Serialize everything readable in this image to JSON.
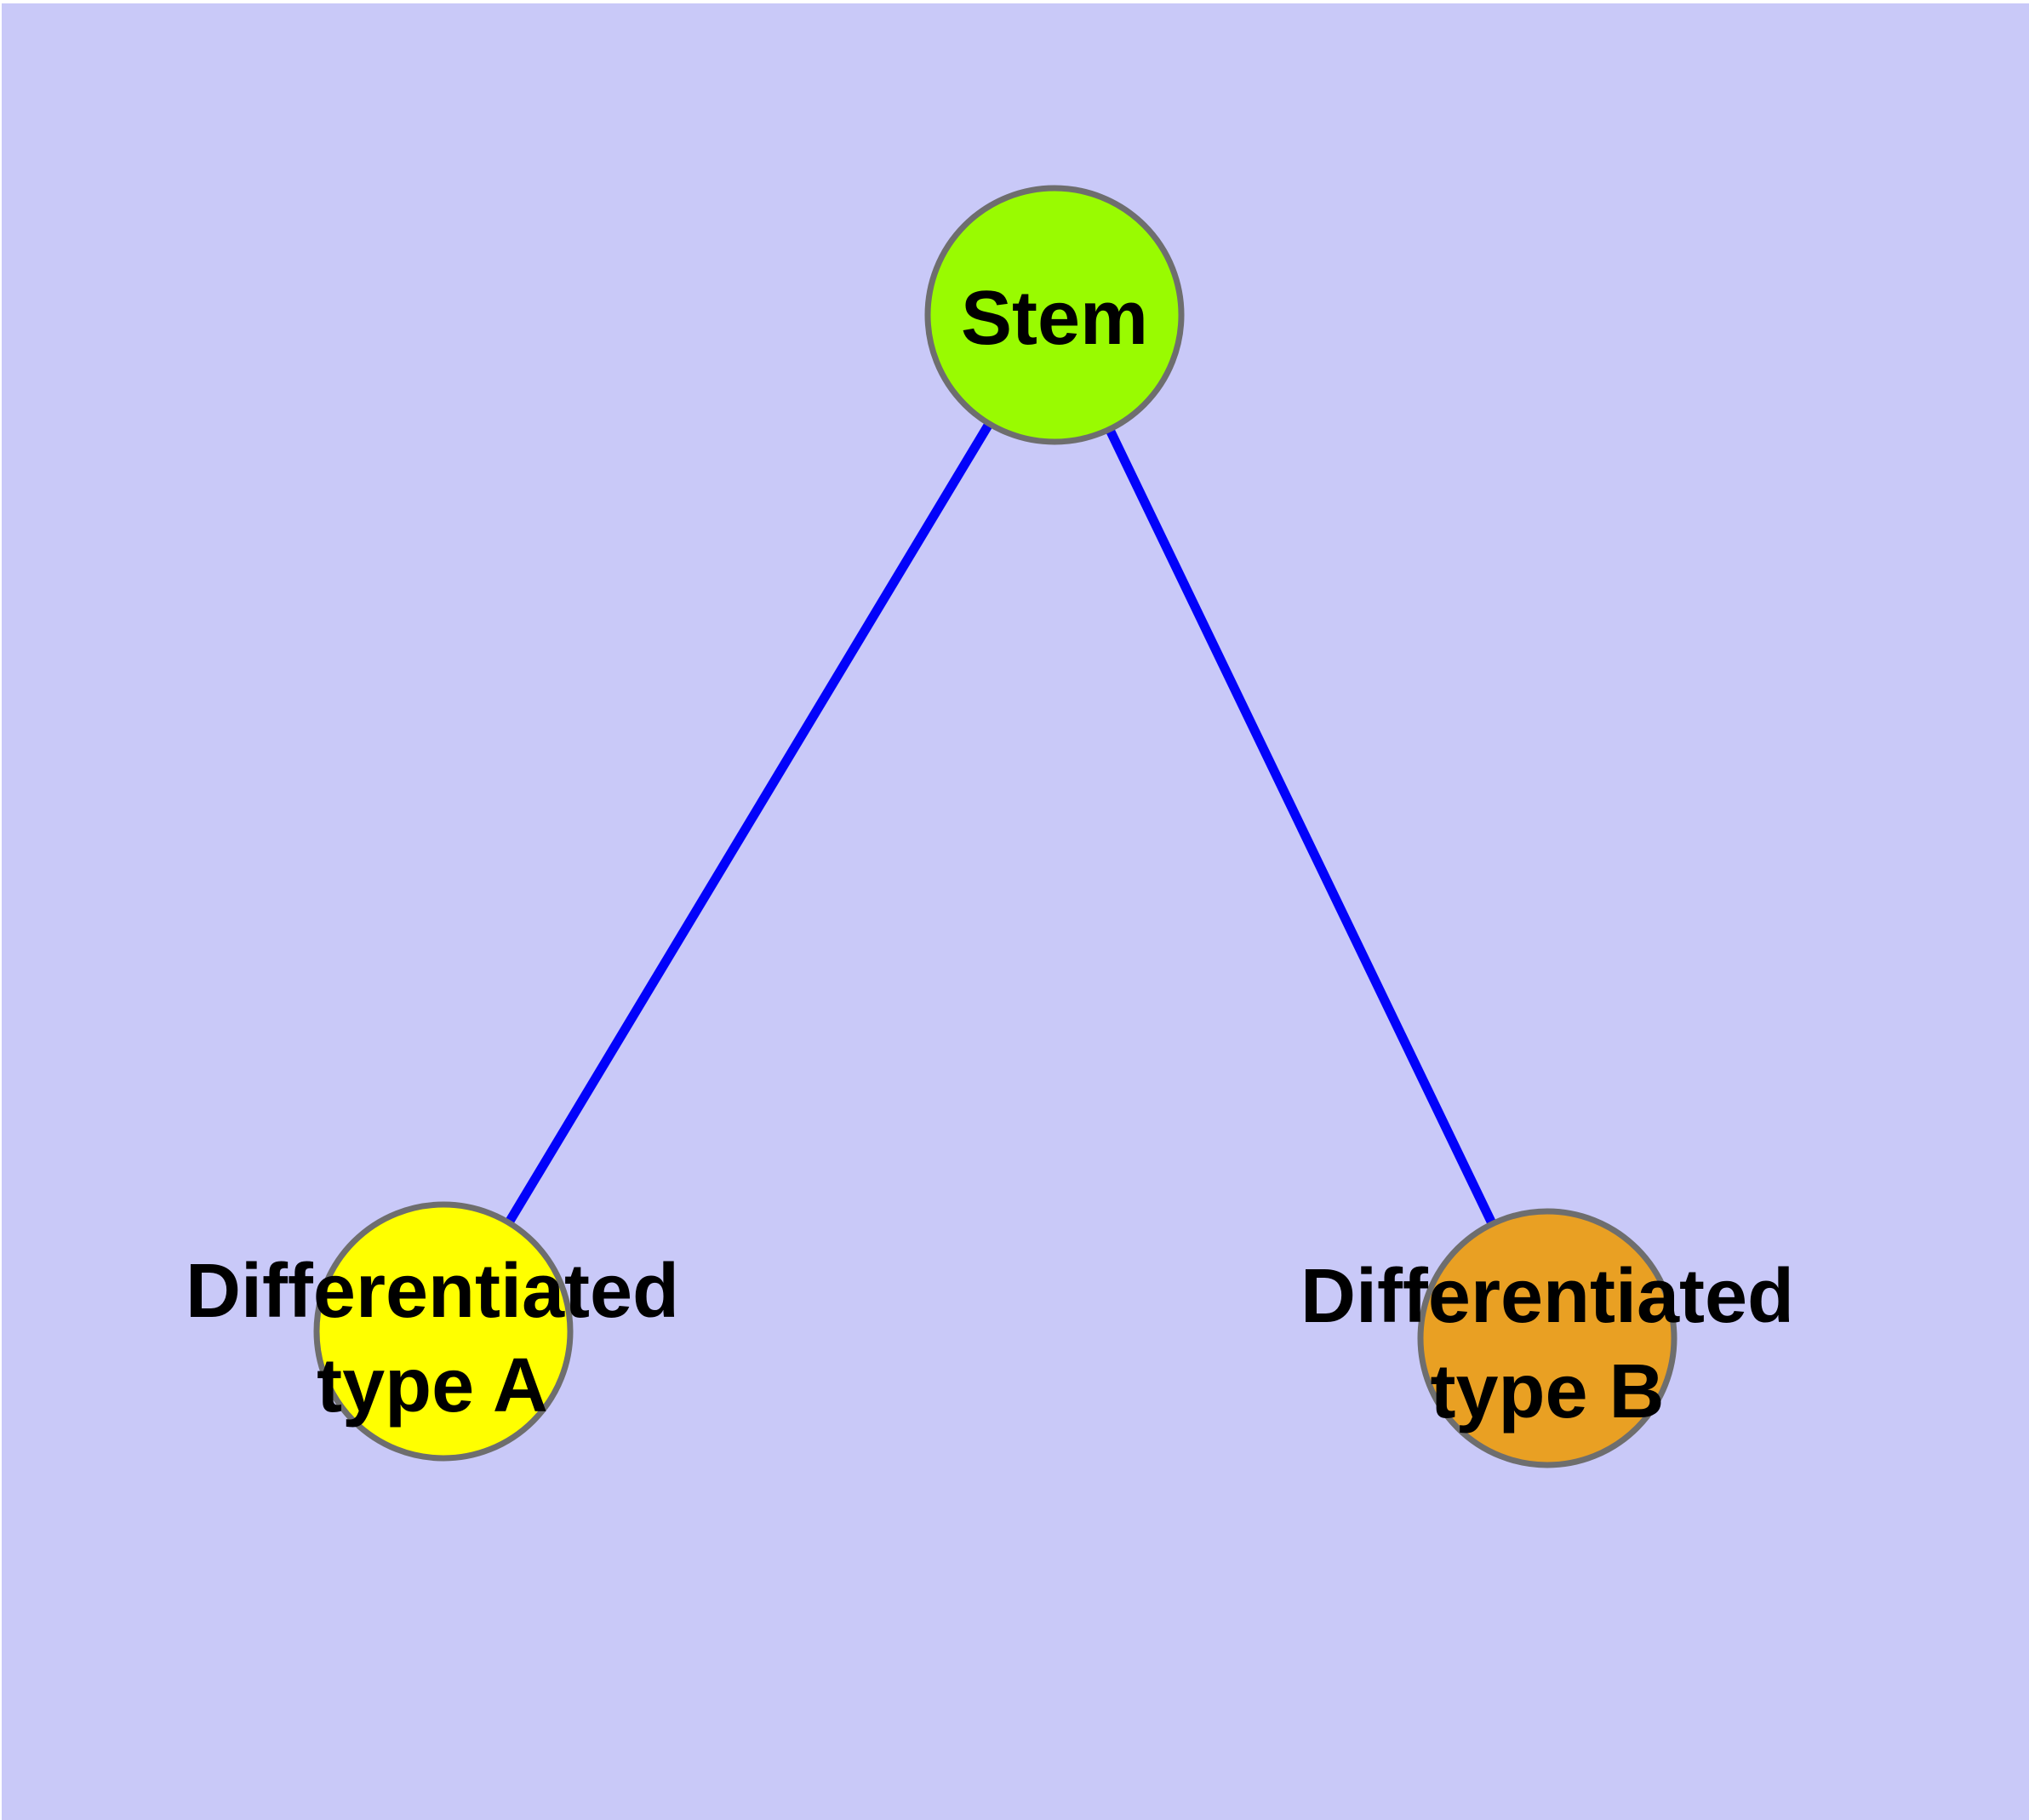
{
  "canvas": {
    "background": "#C9C9F8",
    "margin_color": "#FFFFFF",
    "node_border_color": "#6E6E6E",
    "edge_color": "#0202FA",
    "label_color": "#000000"
  },
  "nodes": {
    "stem": {
      "label": "Stem",
      "color": "#99FB01"
    },
    "type_a": {
      "label_line1": "Differentiated",
      "label_line2": "type A",
      "color": "#FFFF00"
    },
    "type_b": {
      "label_line1": "Differentiated",
      "label_line2": "type B",
      "color": "#E9A023"
    }
  },
  "edges": [
    {
      "from": "stem",
      "to": "type_a"
    },
    {
      "from": "stem",
      "to": "type_b"
    }
  ]
}
